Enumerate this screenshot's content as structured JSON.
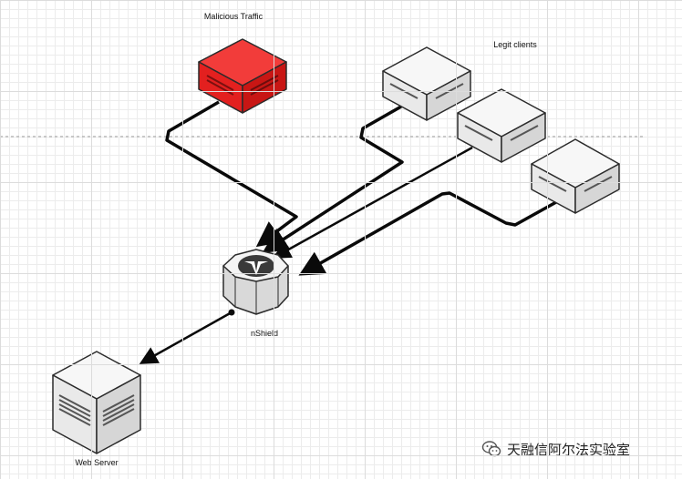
{
  "diagram": {
    "labels": {
      "malicious_traffic": "Malicious Traffic",
      "legit_clients": "Legit clients",
      "nshield": "nShield",
      "web_server": "Web Server"
    },
    "watermark": {
      "text": "天融信阿尔法实验室",
      "icon": "wechat-icon"
    },
    "colors": {
      "malicious": "#e3201f",
      "box_top": "#f7f7f7",
      "box_side": "#d9d9d9",
      "edge": "#2b2b2b",
      "connector": "#0a0a0a",
      "guide": "#9a9a9a"
    }
  }
}
